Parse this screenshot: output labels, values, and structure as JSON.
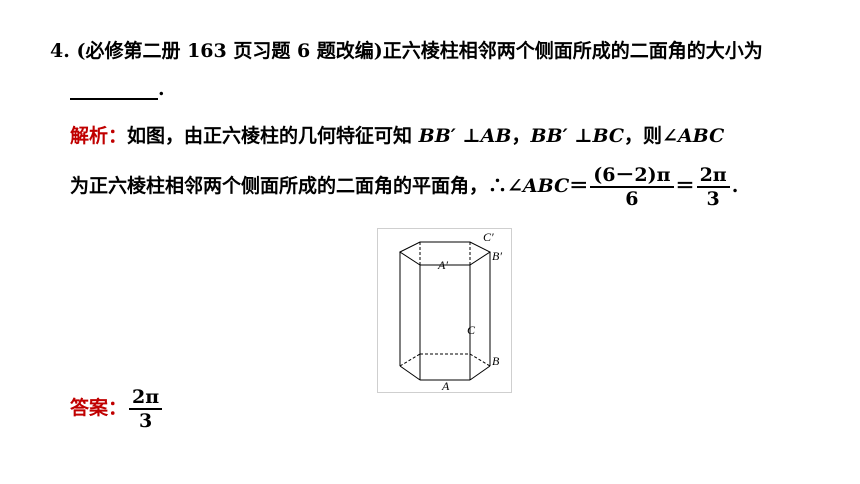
{
  "question": {
    "number": "4.",
    "source": "(必修第二册 163 页习题 6 题改编)",
    "text": "正六棱柱相邻两个侧面所成的二面角的大小为",
    "blank_period": "."
  },
  "solution": {
    "label": "解析：",
    "line1_a": "如图，由正六棱柱的几何特征可知 ",
    "bb1": "BB′",
    "perp1": " ⊥",
    "ab": "AB",
    "comma": "，",
    "bb2": "BB′",
    "perp2": " ⊥",
    "bc": "BC",
    "then": "，则∠",
    "abc1": "ABC",
    "line2_a": "为正六棱柱相邻两个侧面所成的二面角的平面角，∴∠",
    "abc2": "ABC",
    "eq1": "＝",
    "frac1_num": "(6－2)π",
    "frac1_den": "6",
    "eq2": "＝",
    "frac2_num": "2π",
    "frac2_den": "3",
    "end_period": "."
  },
  "figure": {
    "labels": {
      "c_prime": "C′",
      "a_prime": "A′",
      "b_prime": "B′",
      "c": "C",
      "b": "B",
      "a": "A"
    }
  },
  "answer": {
    "label": "答案：",
    "num": "2π",
    "den": "3"
  }
}
